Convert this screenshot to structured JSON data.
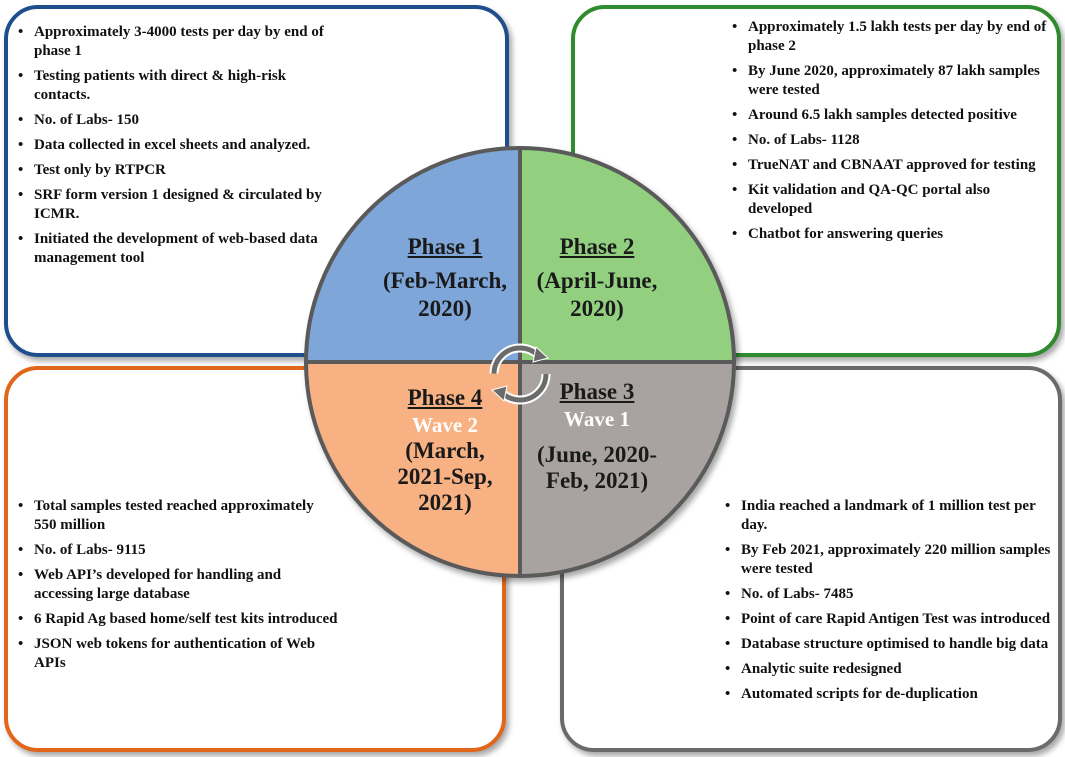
{
  "phase1": {
    "title": "Phase 1",
    "period": "(Feb-March, 2020)",
    "items": [
      "Approximately 3-4000 tests per day by end of phase 1",
      "Testing patients with direct & high-risk contacts.",
      "No. of Labs- 150",
      "Data collected in excel sheets and analyzed.",
      "Test only by RTPCR",
      "SRF form version 1 designed & circulated by ICMR.",
      "Initiated the development of web-based data management tool"
    ]
  },
  "phase2": {
    "title": "Phase 2",
    "period": "(April-June, 2020)",
    "items": [
      "Approximately 1.5 lakh tests per day by end of phase 2",
      "By June 2020, approximately 87 lakh samples were tested",
      "Around 6.5 lakh samples detected positive",
      "No. of Labs- 1128",
      "TrueNAT and CBNAAT approved for testing",
      "Kit validation and QA-QC portal also developed",
      "Chatbot for answering queries"
    ]
  },
  "phase3": {
    "title": "Phase 3",
    "wave": "Wave 1",
    "period": "(June, 2020-Feb, 2021)",
    "items": [
      "India reached a landmark of 1 million test per day.",
      "By Feb 2021, approximately 220 million samples were tested",
      "No. of Labs- 7485",
      "Point of care Rapid Antigen Test was introduced",
      "Database structure optimised to handle big data",
      "Analytic suite redesigned",
      "Automated scripts for de-duplication"
    ]
  },
  "phase4": {
    "title": "Phase 4",
    "wave": "Wave 2",
    "period": "(March, 2021-Sep, 2021)",
    "items": [
      "Total samples tested reached approximately 550 million",
      "No. of Labs- 9115",
      "Web API’s developed for handling and accessing large database",
      "6 Rapid Ag based home/self test kits introduced",
      "JSON web tokens for authentication of Web APIs"
    ]
  },
  "colors": {
    "phase1_fill": "#7ea6d9",
    "phase2_fill": "#92d07f",
    "phase3_fill": "#a8a3a1",
    "phase4_fill": "#f7b183",
    "phase1_border": "#1f4e8c",
    "phase2_border": "#2e8b2e",
    "phase3_border": "#6b6b6b",
    "phase4_border": "#e0661a"
  },
  "icons": {
    "center": "cycle-arrows-icon"
  }
}
